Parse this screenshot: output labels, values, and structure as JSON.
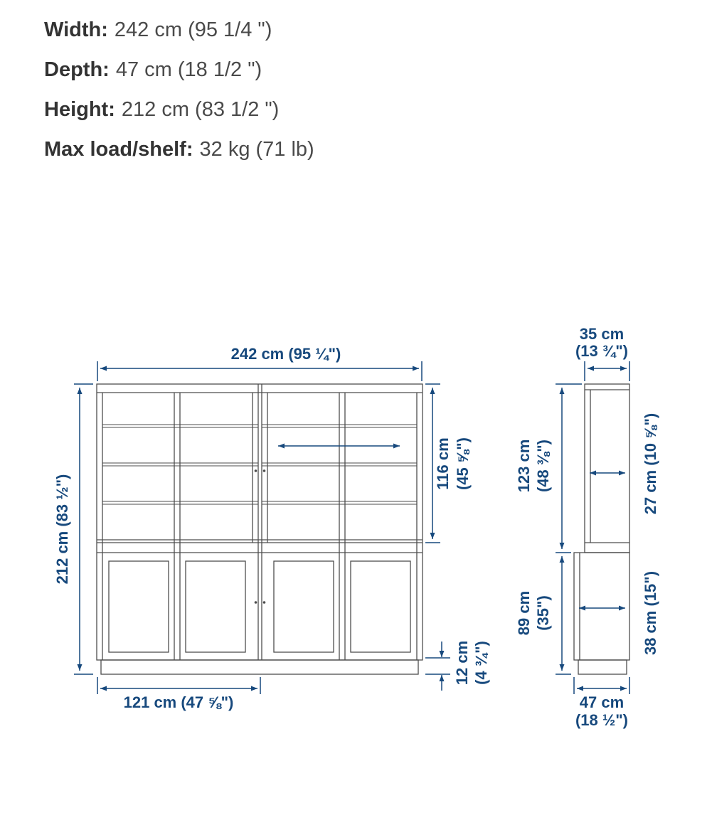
{
  "specs": [
    {
      "label": "Width:",
      "value": "242 cm (95 1/4 \")"
    },
    {
      "label": "Depth:",
      "value": "47 cm (18 1/2 \")"
    },
    {
      "label": "Height:",
      "value": "212 cm (83 1/2 \")"
    },
    {
      "label": "Max load/shelf:",
      "value": "32 kg (71 lb)"
    }
  ],
  "front": {
    "width": "242 cm (95 ¼\")",
    "height": "212 cm (83 ½\")",
    "upper_height_1": "116 cm",
    "upper_height_2": "(45 ⅝\")",
    "base_height_1": "12 cm",
    "base_height_2": "(4 ¾\")",
    "unit_width": "121 cm (47 ⅝\")"
  },
  "side": {
    "top_depth_1": "35 cm",
    "top_depth_2": "(13 ¾\")",
    "upper_height_1": "123 cm",
    "upper_height_2": "(48 ⅜\")",
    "lower_height_1": "89 cm",
    "lower_height_2": "(35\")",
    "upper_depth": "27 cm (10 ⅝\")",
    "lower_depth": "38 cm (15\")",
    "bottom_depth_1": "47 cm",
    "bottom_depth_2": "(18 ½\")"
  },
  "colors": {
    "dimension": "#17497d",
    "drawing": "#4d4d4d"
  }
}
